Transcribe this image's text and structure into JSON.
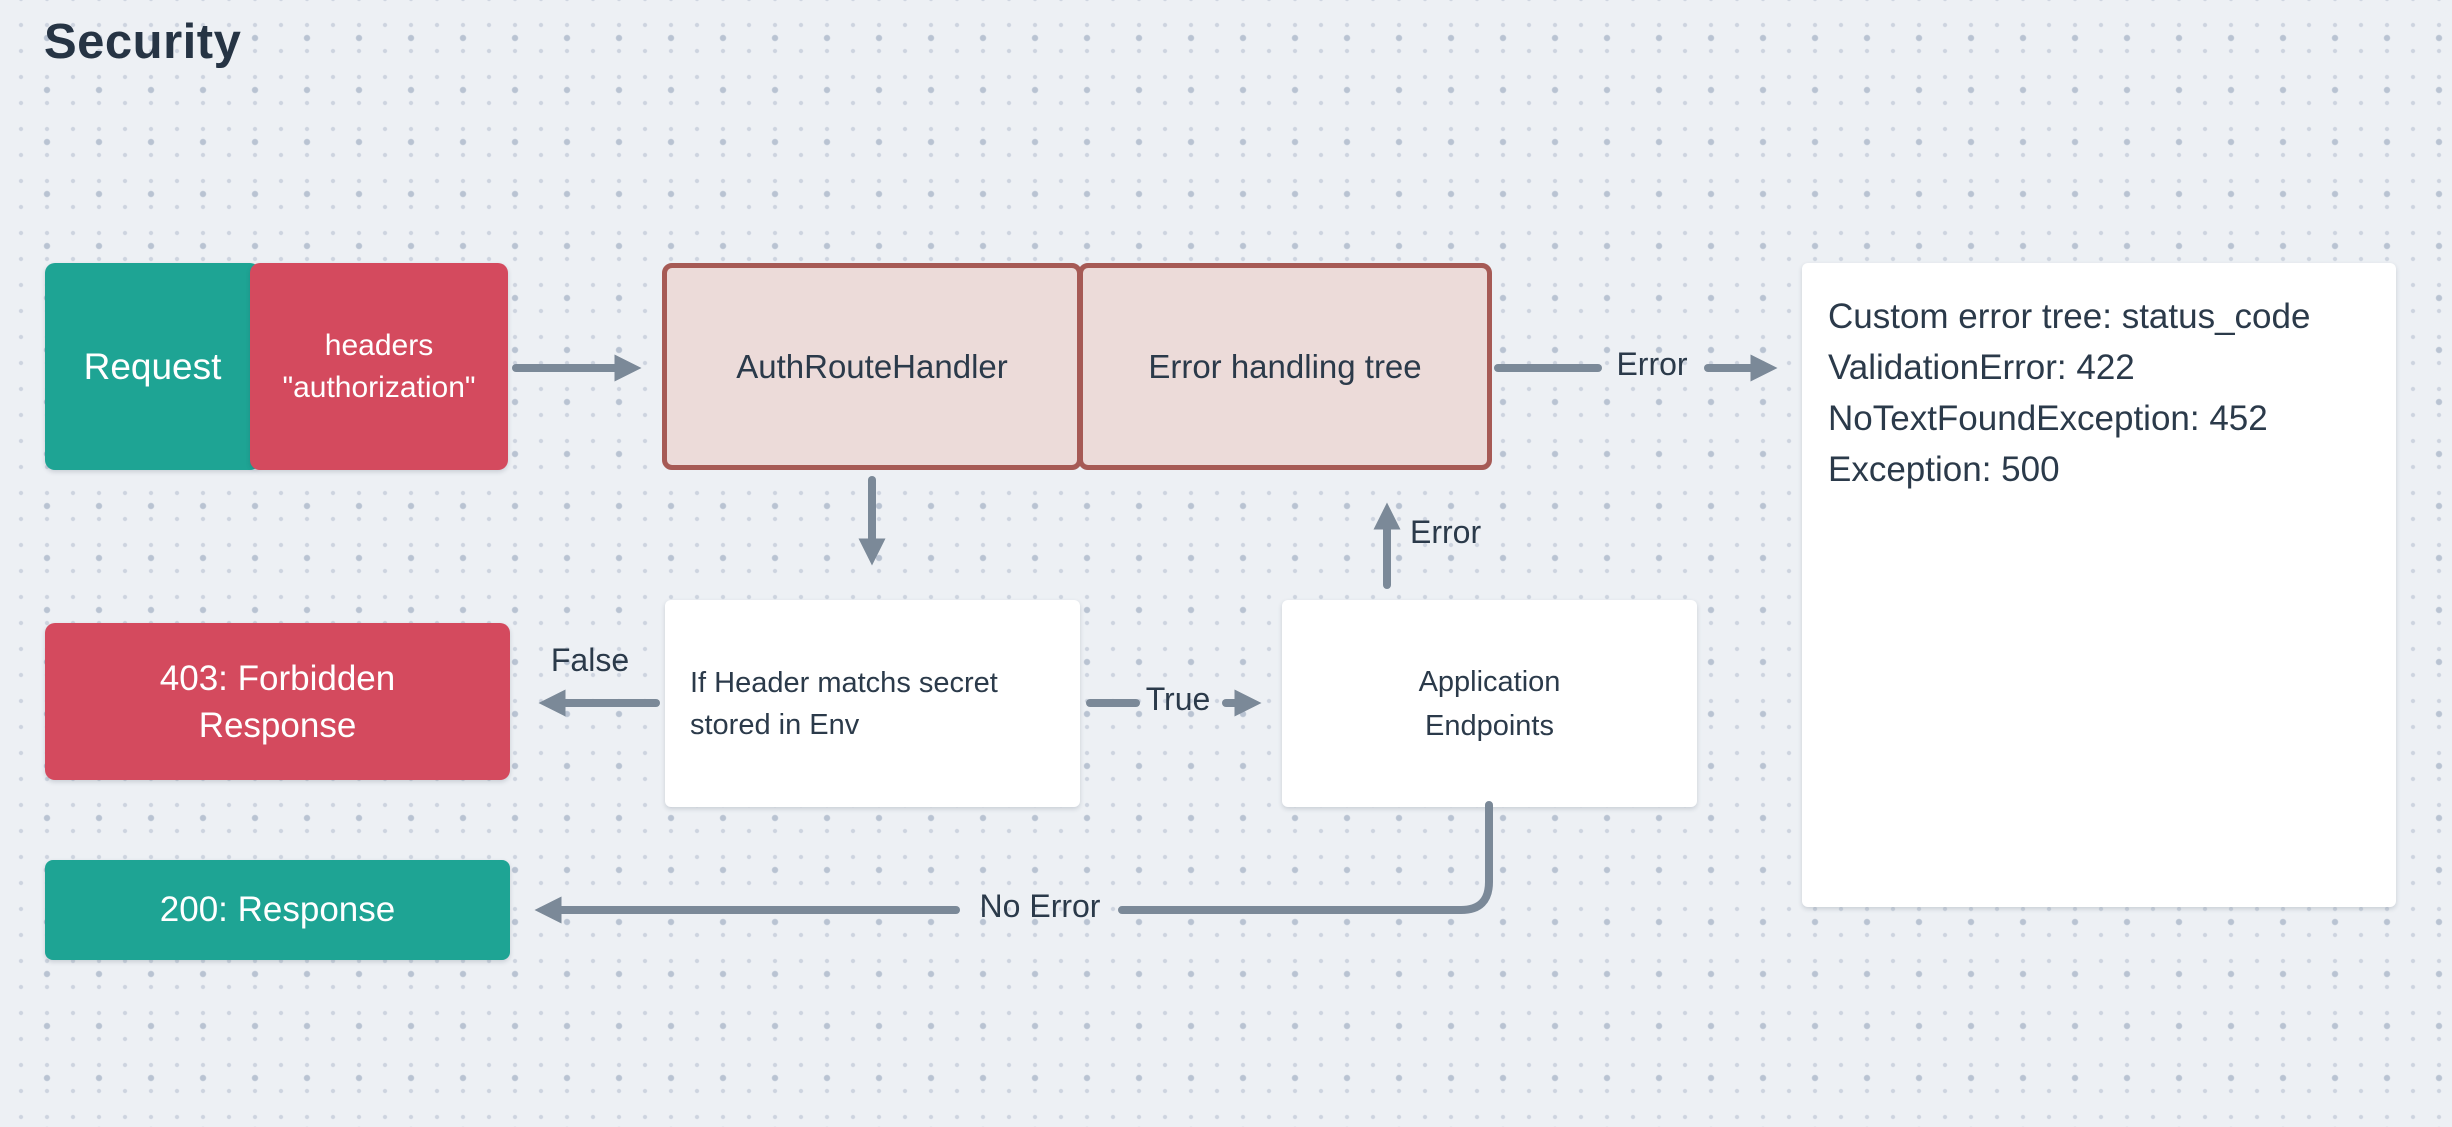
{
  "title": "Security",
  "colors": {
    "background": "#edf0f4",
    "teal": "#1ea494",
    "red": "#d44a5e",
    "pink_fill": "#ecdbd9",
    "pink_border": "#a65a55",
    "arrow_gray": "#7b8998",
    "text_dark": "#2b3a4a"
  },
  "nodes": {
    "request": {
      "label": "Request"
    },
    "headers": {
      "line1": "headers",
      "line2": "\"authorization\""
    },
    "auth": {
      "label": "AuthRouteHandler"
    },
    "tree": {
      "label": "Error handling tree"
    },
    "custom_error": {
      "lines": [
        "Custom error tree: status_code",
        "ValidationError: 422",
        "NoTextFoundException: 452",
        "Exception: 500"
      ]
    },
    "if_header": {
      "line1": "If Header matchs secret",
      "line2": "stored in Env"
    },
    "endpoints": {
      "line1": "Application",
      "line2": "Endpoints"
    },
    "forbidden": {
      "line1": "403: Forbidden",
      "line2": "Response"
    },
    "ok": {
      "label": "200: Response"
    }
  },
  "edges": {
    "error_right": "Error",
    "error_up": "Error",
    "false_branch": "False",
    "true_branch": "True",
    "no_error": "No Error"
  }
}
